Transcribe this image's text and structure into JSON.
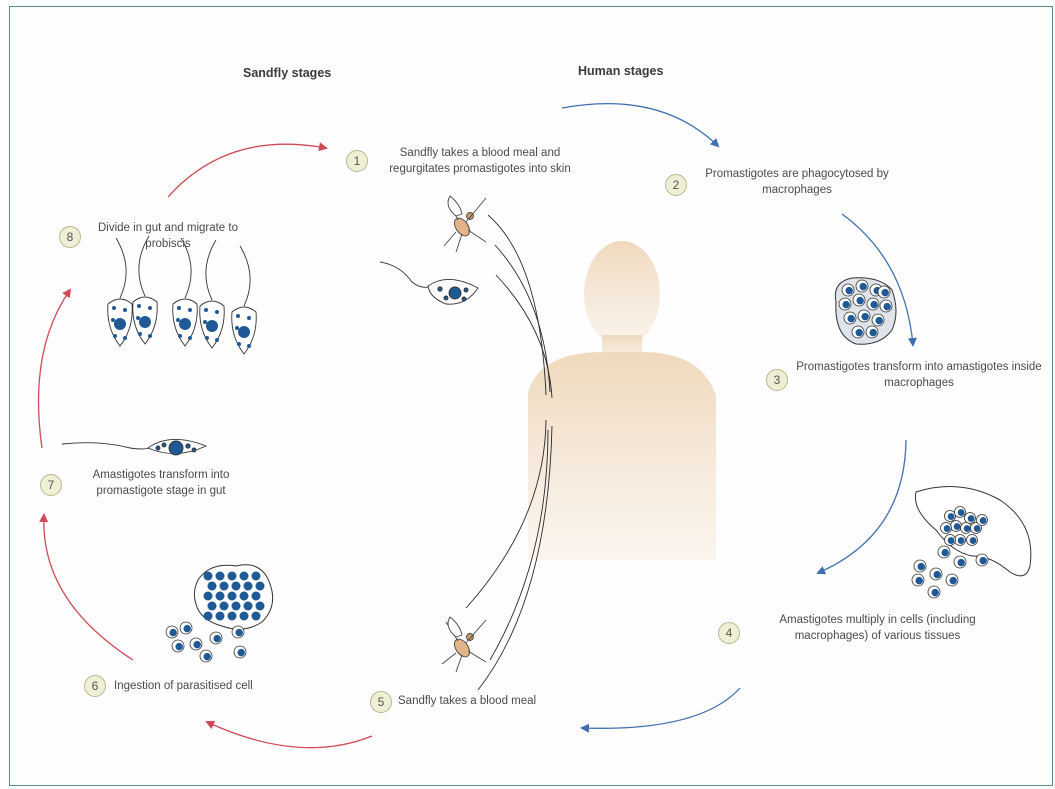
{
  "headers": {
    "sandfly": "Sandfly stages",
    "human": "Human stages"
  },
  "steps": [
    {
      "n": "1",
      "text": "Sandfly takes a blood meal and regurgitates promastigotes into skin"
    },
    {
      "n": "2",
      "text": "Promastigotes are phagocytosed by macrophages"
    },
    {
      "n": "3",
      "text": "Promastigotes transform into amastigotes inside macrophages"
    },
    {
      "n": "4",
      "text": "Amastigotes multiply in cells (including macrophages) of various tissues"
    },
    {
      "n": "5",
      "text": "Sandfly takes a blood meal"
    },
    {
      "n": "6",
      "text": "Ingestion of parasitised cell"
    },
    {
      "n": "7",
      "text": "Amastigotes transform into promastigote stage in gut"
    },
    {
      "n": "8",
      "text": "Divide in gut and migrate to probiscis"
    }
  ],
  "colors": {
    "human_arrow": "#3f6fb0",
    "sandfly_arrow": "#cf4a55",
    "parasite": "#1f5a96",
    "skin": "#f3e3cd"
  }
}
